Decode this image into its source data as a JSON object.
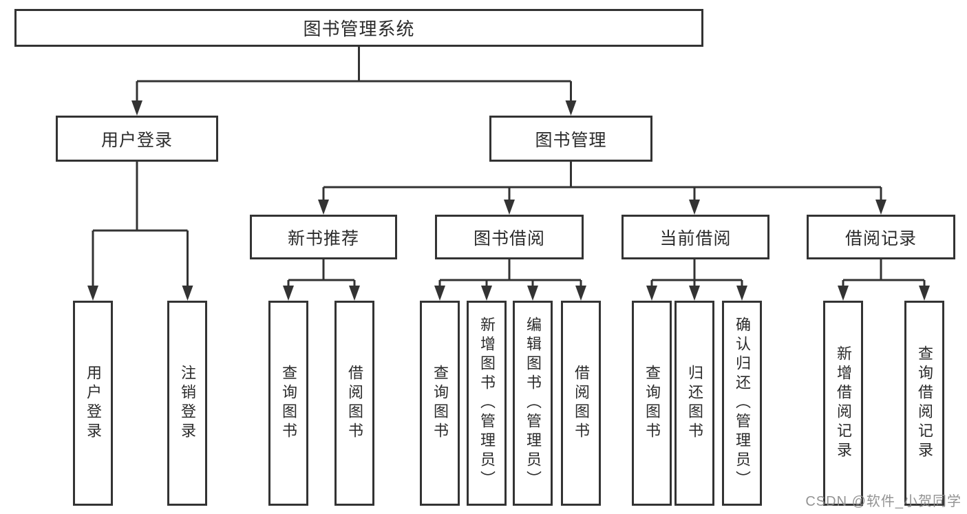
{
  "diagram": {
    "root": {
      "label": "图书管理系统"
    },
    "branches": [
      {
        "label": "用户登录",
        "children": [
          "用户登录",
          "注销登录"
        ]
      },
      {
        "label": "图书管理",
        "modules": [
          {
            "label": "新书推荐",
            "children": [
              "查询图书",
              "借阅图书"
            ]
          },
          {
            "label": "图书借阅",
            "children": [
              "查询图书",
              "新增图书（管理员）",
              "编辑图书（管理员）",
              "借阅图书"
            ]
          },
          {
            "label": "当前借阅",
            "children": [
              "查询图书",
              "归还图书",
              "确认归还（管理员）"
            ]
          },
          {
            "label": "借阅记录",
            "children": [
              "新增借阅记录",
              "查询借阅记录"
            ]
          }
        ]
      }
    ]
  },
  "watermark": {
    "text": "CSDN @软件_小贺同学"
  },
  "colors": {
    "line": "#333333",
    "box_border": "#333333",
    "text": "#2b2b2b",
    "background": "#ffffff",
    "watermark": "#8a8a8a"
  }
}
